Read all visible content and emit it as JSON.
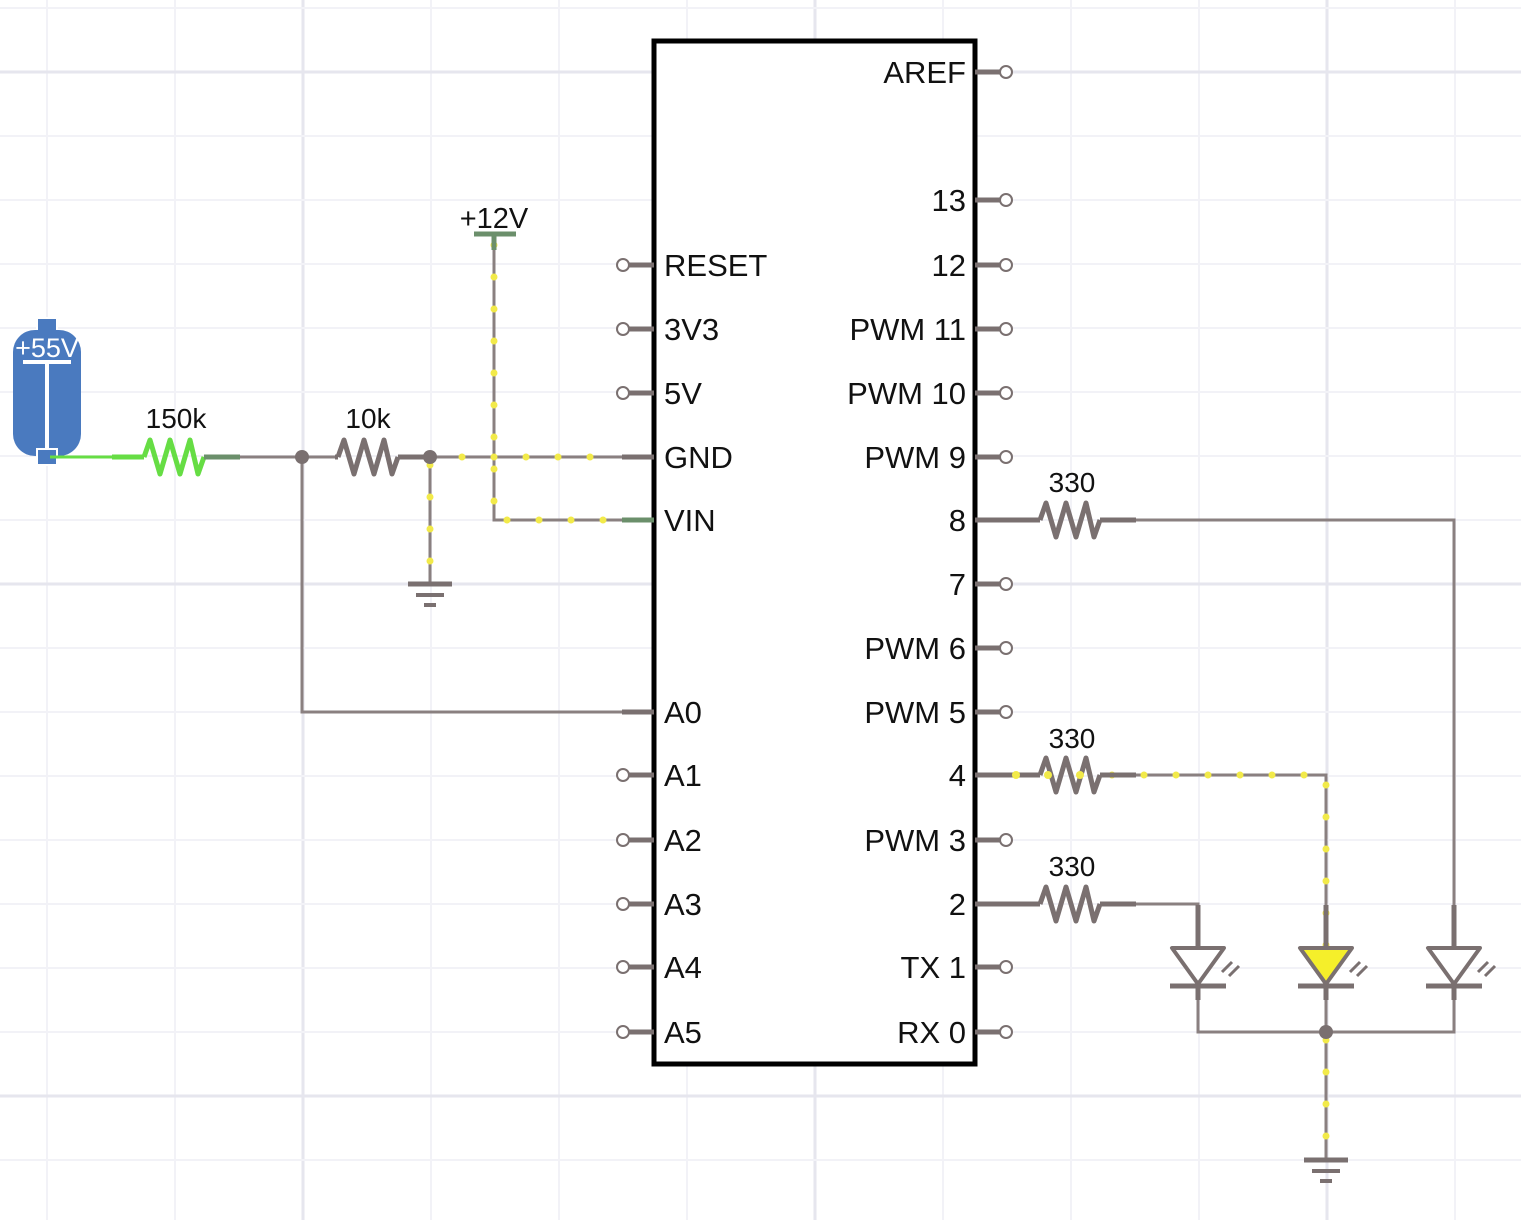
{
  "colors": {
    "background": "#ffffff",
    "grid_major": "#e6e6ee",
    "grid_minor": "#f1f1f6",
    "wire": "#8a8080",
    "component": "#7a7070",
    "chip_outline": "#000000",
    "highlight": "#f2ea4a",
    "active_green": "#66dd44",
    "power_green": "#6b8f6b",
    "battery_blue": "#4a7abf",
    "led_on": "#f5ef2a"
  },
  "chip": {
    "left_pins": [
      "RESET",
      "3V3",
      "5V",
      "GND",
      "VIN",
      "A0",
      "A1",
      "A2",
      "A3",
      "A4",
      "A5"
    ],
    "right_pins": [
      "AREF",
      "13",
      "12",
      "PWM 11",
      "PWM 10",
      "PWM 9",
      "8",
      "7",
      "PWM 6",
      "PWM 5",
      "4",
      "PWM 3",
      "2",
      "TX 1",
      "RX 0"
    ]
  },
  "battery": {
    "label": "+55V",
    "icon": "battery-icon"
  },
  "power": {
    "label": "+12V"
  },
  "resistors": {
    "r1": "150k",
    "r2": "10k",
    "r3": "330",
    "r4": "330",
    "r5": "330"
  },
  "leds": [
    {
      "name": "led-pin2",
      "state": "off"
    },
    {
      "name": "led-pin4",
      "state": "on"
    },
    {
      "name": "led-pin8",
      "state": "off"
    }
  ],
  "grounds": [
    "ground-icon",
    "ground-icon"
  ]
}
